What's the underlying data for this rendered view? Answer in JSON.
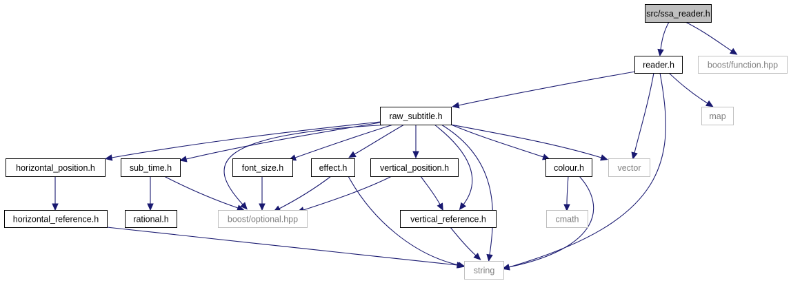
{
  "nodes": [
    {
      "id": "ssa_reader",
      "label": "src/ssa_reader.h",
      "kind": "root"
    },
    {
      "id": "reader",
      "label": "reader.h",
      "kind": "local"
    },
    {
      "id": "boost_function",
      "label": "boost/function.hpp",
      "kind": "external"
    },
    {
      "id": "raw_subtitle",
      "label": "raw_subtitle.h",
      "kind": "local"
    },
    {
      "id": "map",
      "label": "map",
      "kind": "external"
    },
    {
      "id": "horizontal_position",
      "label": "horizontal_position.h",
      "kind": "local"
    },
    {
      "id": "sub_time",
      "label": "sub_time.h",
      "kind": "local"
    },
    {
      "id": "font_size",
      "label": "font_size.h",
      "kind": "local"
    },
    {
      "id": "effect",
      "label": "effect.h",
      "kind": "local"
    },
    {
      "id": "vertical_position",
      "label": "vertical_position.h",
      "kind": "local"
    },
    {
      "id": "colour",
      "label": "colour.h",
      "kind": "local"
    },
    {
      "id": "vector",
      "label": "vector",
      "kind": "external"
    },
    {
      "id": "horizontal_reference",
      "label": "horizontal_reference.h",
      "kind": "local"
    },
    {
      "id": "rational",
      "label": "rational.h",
      "kind": "local"
    },
    {
      "id": "boost_optional",
      "label": "boost/optional.hpp",
      "kind": "external"
    },
    {
      "id": "vertical_reference",
      "label": "vertical_reference.h",
      "kind": "local"
    },
    {
      "id": "cmath",
      "label": "cmath",
      "kind": "external"
    },
    {
      "id": "string",
      "label": "string",
      "kind": "external"
    }
  ],
  "edges": [
    {
      "from": "ssa_reader",
      "to": "reader"
    },
    {
      "from": "ssa_reader",
      "to": "boost_function"
    },
    {
      "from": "reader",
      "to": "raw_subtitle"
    },
    {
      "from": "reader",
      "to": "map"
    },
    {
      "from": "reader",
      "to": "vector"
    },
    {
      "from": "reader",
      "to": "string"
    },
    {
      "from": "raw_subtitle",
      "to": "horizontal_position"
    },
    {
      "from": "raw_subtitle",
      "to": "sub_time"
    },
    {
      "from": "raw_subtitle",
      "to": "boost_optional"
    },
    {
      "from": "raw_subtitle",
      "to": "font_size"
    },
    {
      "from": "raw_subtitle",
      "to": "effect"
    },
    {
      "from": "raw_subtitle",
      "to": "vertical_position"
    },
    {
      "from": "raw_subtitle",
      "to": "vertical_reference"
    },
    {
      "from": "raw_subtitle",
      "to": "string"
    },
    {
      "from": "raw_subtitle",
      "to": "colour"
    },
    {
      "from": "raw_subtitle",
      "to": "vector"
    },
    {
      "from": "horizontal_position",
      "to": "horizontal_reference"
    },
    {
      "from": "sub_time",
      "to": "rational"
    },
    {
      "from": "sub_time",
      "to": "boost_optional"
    },
    {
      "from": "font_size",
      "to": "boost_optional"
    },
    {
      "from": "effect",
      "to": "boost_optional"
    },
    {
      "from": "effect",
      "to": "string"
    },
    {
      "from": "vertical_position",
      "to": "boost_optional"
    },
    {
      "from": "vertical_position",
      "to": "vertical_reference"
    },
    {
      "from": "colour",
      "to": "cmath"
    },
    {
      "from": "colour",
      "to": "string"
    },
    {
      "from": "horizontal_reference",
      "to": "string"
    },
    {
      "from": "vertical_reference",
      "to": "string"
    }
  ],
  "colors": {
    "edge": "#191970",
    "local_border": "#000000",
    "external_border": "#bfbfbf",
    "external_text": "#7f7f7f",
    "root_fill": "#bfbfbf"
  }
}
